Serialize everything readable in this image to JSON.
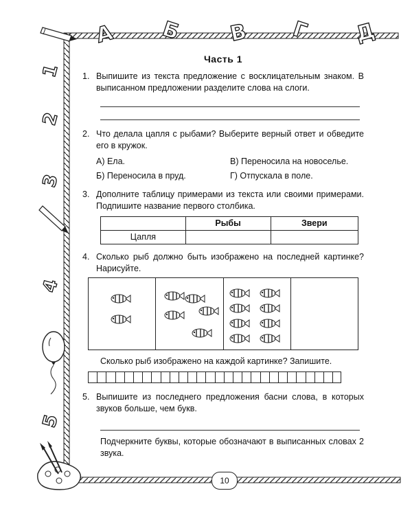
{
  "frame": {
    "top_letters": [
      "А",
      "Б",
      "В",
      "Г",
      "Д"
    ],
    "side_digits": [
      "1",
      "2",
      "3",
      "4",
      "5"
    ]
  },
  "part_title": "Часть 1",
  "task1": {
    "num": "1.",
    "text": "Выпишите из текста предложение с восклицательным знаком. В выписанном предложении разделите слова на слоги."
  },
  "task2": {
    "num": "2.",
    "text": "Что делала цапля с рыбами? Выберите верный ответ и обведите его в кружок.",
    "options": [
      "А) Ела.",
      "В) Переносила на новоселье.",
      "Б) Переносила в пруд.",
      "Г) Отпускала в поле."
    ]
  },
  "task3": {
    "num": "3.",
    "text": "Дополните таблицу примерами из текста или своими примерами. Подпишите название первого столбика.",
    "headers": [
      "",
      "Рыбы",
      "Звери"
    ],
    "row_label": "Цапля"
  },
  "task4": {
    "num": "4.",
    "text": "Сколько рыб должно быть изображено на последней картинке? Нарисуйте.",
    "fish_counts": [
      2,
      5,
      8,
      0
    ],
    "followup": "Сколько рыб изображено на каждой картинке? Запишите."
  },
  "task5": {
    "num": "5.",
    "text": "Выпишите из последнего предложения басни слова, в которых звуков больше, чем букв.",
    "followup": "Подчеркните буквы, которые обозначают в выписанных словах 2 звука."
  },
  "page_number": "10"
}
